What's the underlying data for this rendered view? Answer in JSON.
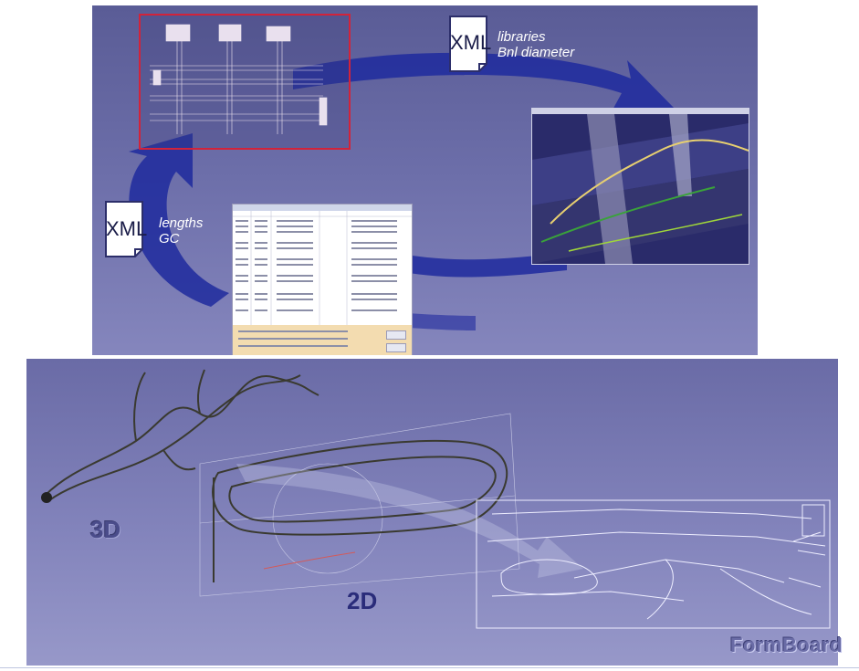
{
  "top": {
    "xml_top": {
      "badge": "XML",
      "lines": [
        "libraries",
        "Bnl diameter"
      ]
    },
    "xml_left": {
      "badge": "XML",
      "lines": [
        "lengths",
        "GC"
      ]
    }
  },
  "bottom": {
    "label_3d": "3D",
    "label_2d": "2D",
    "label_formboard": "FormBoard"
  },
  "colors": {
    "arrow": "#1f2a9e",
    "schematic_frame": "#d2233a",
    "panel_top": "#6b6da8",
    "panel_bottom": "#8283bb",
    "formboard_line": "#eeeeff"
  },
  "icons": [
    "document-icon",
    "curved-arrow-icon"
  ]
}
